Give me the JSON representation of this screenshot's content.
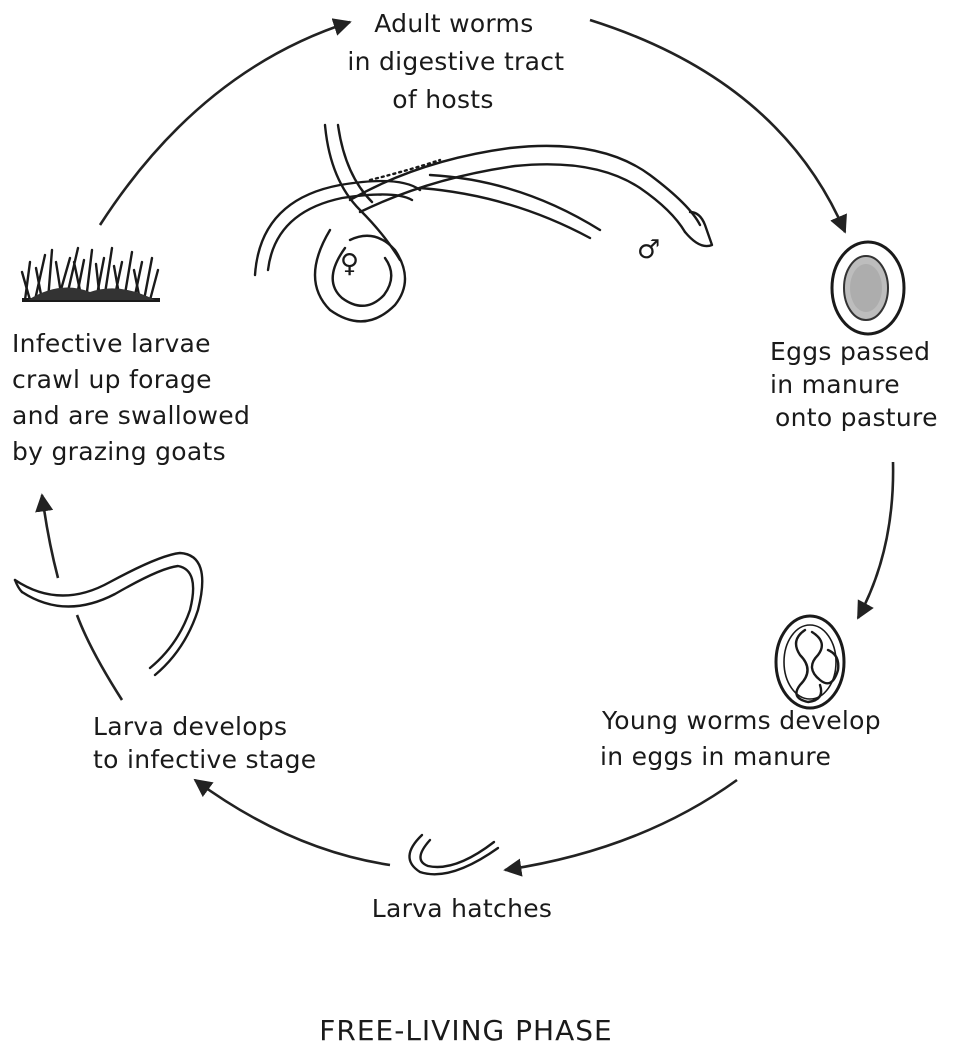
{
  "stages": {
    "adult_worms": [
      "Adult worms",
      "in digestive tract",
      "of hosts"
    ],
    "eggs_passed": [
      "Eggs passed",
      "in manure",
      "onto pasture"
    ],
    "young_worms": [
      "Young worms develop",
      "in eggs in manure"
    ],
    "larva_hatches": [
      "Larva hatches"
    ],
    "larva_develops": [
      "Larva develops",
      "to infective stage"
    ],
    "infective_larvae": [
      "Infective larvae",
      "crawl up forage",
      "and are swallowed",
      "by grazing goats"
    ]
  },
  "symbols": {
    "female": "♀",
    "male": "♂"
  },
  "phase_label": "FREE-LIVING PHASE"
}
